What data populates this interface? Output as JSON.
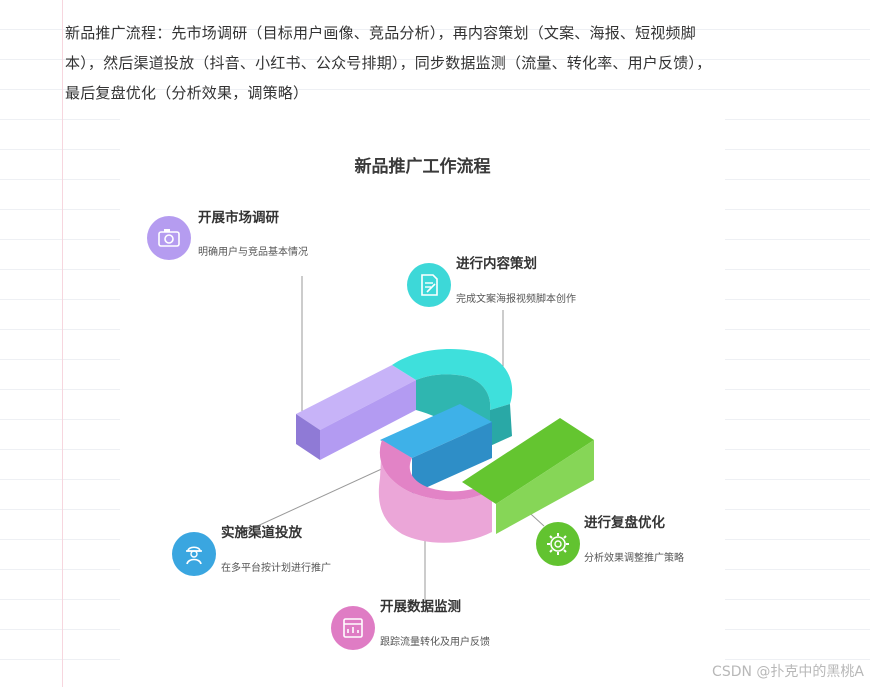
{
  "note": {
    "line1": "新品推广流程：先市场调研（目标用户画像、竞品分析），再内容策划（文案、海报、短视频脚",
    "line2": "本），然后渠道投放（抖音、小红书、公众号排期），同步数据监测（流量、转化率、用户反馈），",
    "line3": "最后复盘优化（分析效果，调策略）"
  },
  "diagram": {
    "title": "新品推广工作流程",
    "steps": [
      {
        "title": "开展市场调研",
        "desc": "明确用户与竞品基本情况",
        "color": "#b59cf0",
        "icon": "camera-survey-icon"
      },
      {
        "title": "进行内容策划",
        "desc": "完成文案海报视频脚本创作",
        "color": "#3dd8d8",
        "icon": "document-pen-icon"
      },
      {
        "title": "实施渠道投放",
        "desc": "在多平台按计划进行推广",
        "color": "#3aa6e0",
        "icon": "worker-icon"
      },
      {
        "title": "开展数据监测",
        "desc": "跟踪流量转化及用户反馈",
        "color": "#df7cc4",
        "icon": "calendar-chart-icon"
      },
      {
        "title": "进行复盘优化",
        "desc": "分析效果调整推广策略",
        "color": "#62c330",
        "icon": "gear-icon"
      }
    ]
  },
  "watermark": "CSDN @扑克中的黑桃A"
}
